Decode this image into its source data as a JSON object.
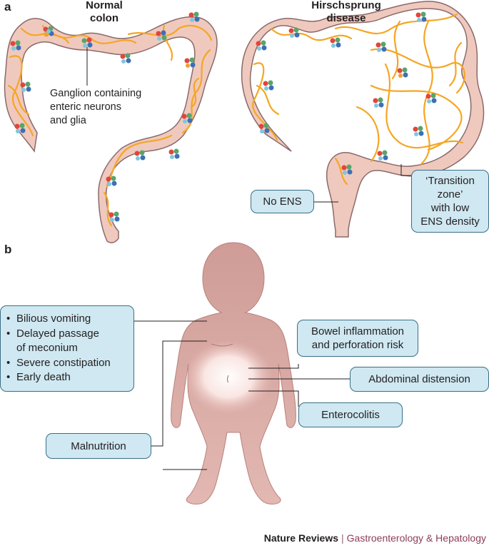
{
  "panel_a": {
    "label": "a",
    "normal_title_line1": "Normal",
    "normal_title_line2": "colon",
    "hirsch_title_line1": "Hirschsprung",
    "hirsch_title_line2": "disease",
    "ganglion_label": [
      "Ganglion containing",
      "enteric neurons",
      "and glia"
    ],
    "no_ens_label": "No ENS",
    "transition_label": [
      "‘Transition",
      "zone’",
      "with low",
      "ENS density"
    ]
  },
  "panel_b": {
    "label": "b",
    "symptoms": [
      "Bilious vomiting",
      "Delayed passage",
      "of meconium",
      "Severe constipation",
      "Early death"
    ],
    "malnutrition_label": "Malnutrition",
    "bowel_label": [
      "Bowel inflammation",
      "and perforation risk"
    ],
    "distension_label": "Abdominal distension",
    "enterocolitis_label": "Enterocolitis"
  },
  "footer": {
    "journal": "Nature Reviews",
    "separator": "|",
    "subjournal": "Gastroenterology & Hepatology"
  },
  "colors": {
    "colon_fill": "#f0c9be",
    "colon_outline": "#8a6a6a",
    "nerve_fiber": "#f5a623",
    "label_box_fill": "#cfe8f2",
    "label_box_border": "#3a6f86",
    "body_skin": "#d8a6a1",
    "brand_accent": "#8e3b57"
  }
}
